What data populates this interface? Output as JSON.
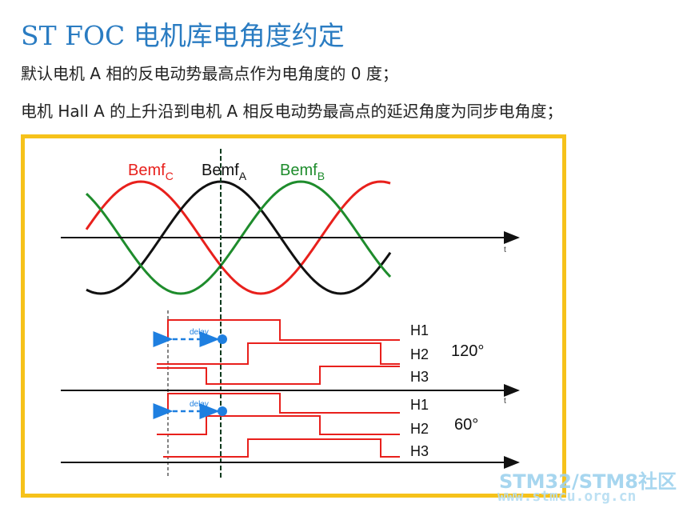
{
  "header": {
    "title": "ST FOC 电机库电角度约定",
    "line1": "默认电机 A 相的反电动势最高点作为电角度的 0 度；",
    "line2": "电机 Hall A 的上升沿到电机 A 相反电动势最高点的延迟角度为同步电角度；"
  },
  "diagram": {
    "bemf_c": {
      "main": "Bemf",
      "sub": "C"
    },
    "bemf_a": {
      "main": "Bemf",
      "sub": "A"
    },
    "bemf_b": {
      "main": "Bemf",
      "sub": "B"
    },
    "axis_t": "t",
    "delay": "delay",
    "hall_120": {
      "h1": "H1",
      "h2": "H2",
      "h3": "H3",
      "angle": "120°"
    },
    "hall_60": {
      "h1": "H1",
      "h2": "H2",
      "h3": "H3",
      "angle": "60°"
    },
    "colors": {
      "red": "#e8201c",
      "green": "#1e8c2c",
      "black": "#111111",
      "blue": "#1e7fe0",
      "frame": "#f6c21a"
    }
  },
  "watermark": {
    "line1": "STM32/STM8社区",
    "line2": "www.stmcu.org.cn"
  }
}
